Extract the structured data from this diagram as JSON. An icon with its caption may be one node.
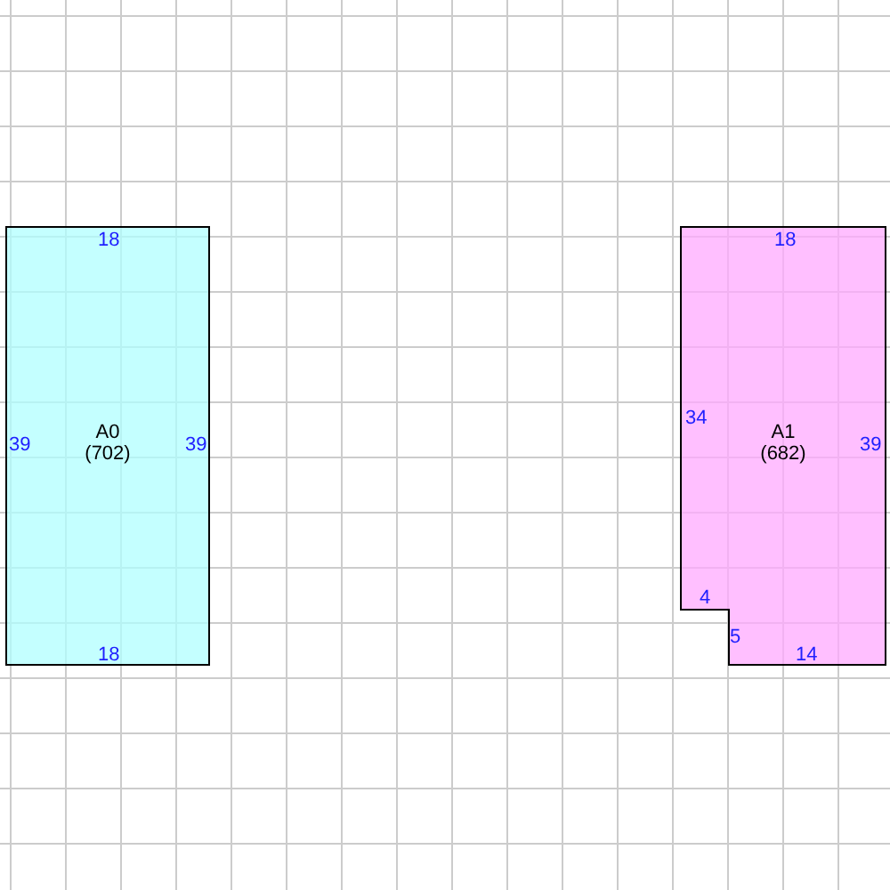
{
  "diagram": {
    "nodes": [
      {
        "text": [
          "A0",
          "(702)"
        ]
      },
      {
        "text": [
          "A1",
          "(682)"
        ]
      }
    ],
    "edges": [],
    "labels": [
      "18",
      "39",
      "39",
      "18",
      "18",
      "34",
      "39",
      "4",
      "5",
      "14"
    ]
  }
}
